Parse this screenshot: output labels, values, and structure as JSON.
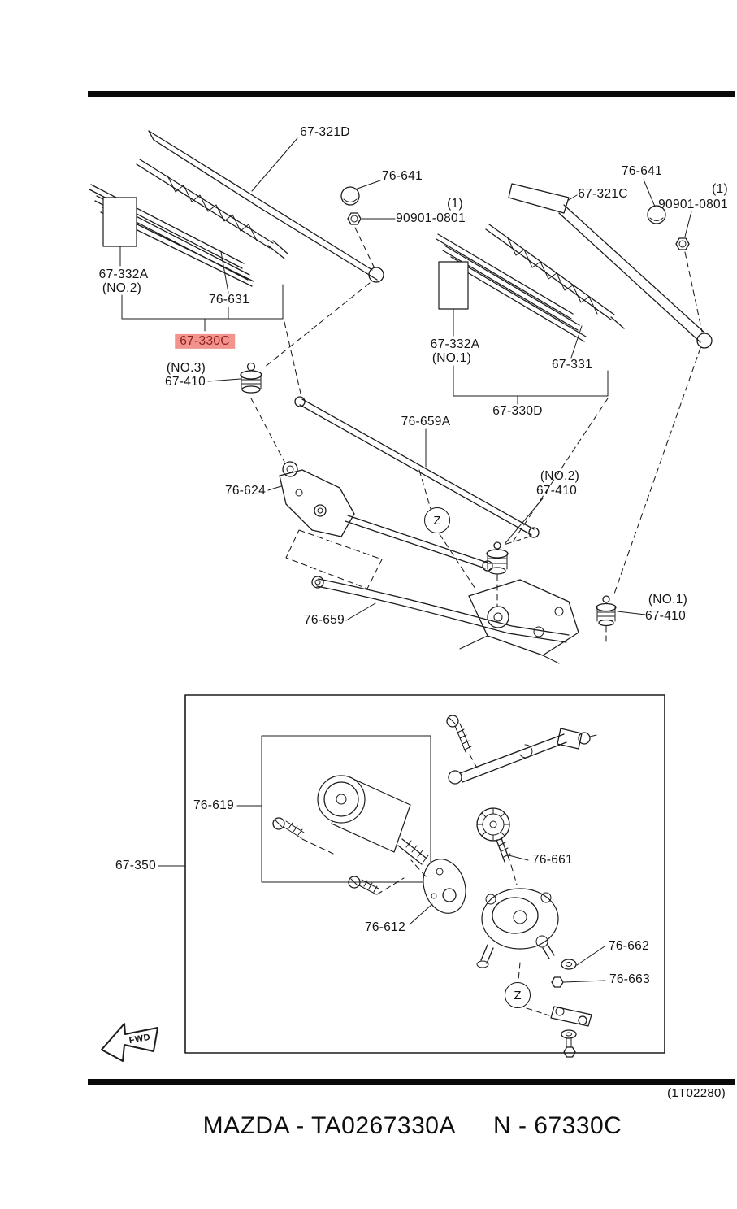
{
  "diagram": {
    "plate_code": "(1T02280)",
    "footer_left": "MAZDA - TA0267330A",
    "footer_right": "N - 67330C",
    "fwd_label": "FWD",
    "z_marker": "Z",
    "highlight_color": "#f2938d"
  },
  "parts": {
    "arm_left": "67-321D",
    "arm_right": "67-321C",
    "cap": "76-641",
    "qty_one": "(1)",
    "pivot_nut": "90901-0801",
    "refill": "67-332A",
    "no1": "(NO.1)",
    "no2": "(NO.2)",
    "no3": "(NO.3)",
    "frame_left": "76-631",
    "blade_left": "67-330C",
    "frame_right": "67-331",
    "blade_right": "67-330D",
    "pivot": "67-410",
    "link_rod": "76-659A",
    "pivot_bracket": "76-624",
    "main_link": "76-659",
    "motor_bracket": "76-619",
    "motor_assembly": "67-350",
    "gear": "76-661",
    "cover_plate": "76-612",
    "washer": "76-662",
    "lock_nut": "76-663"
  }
}
